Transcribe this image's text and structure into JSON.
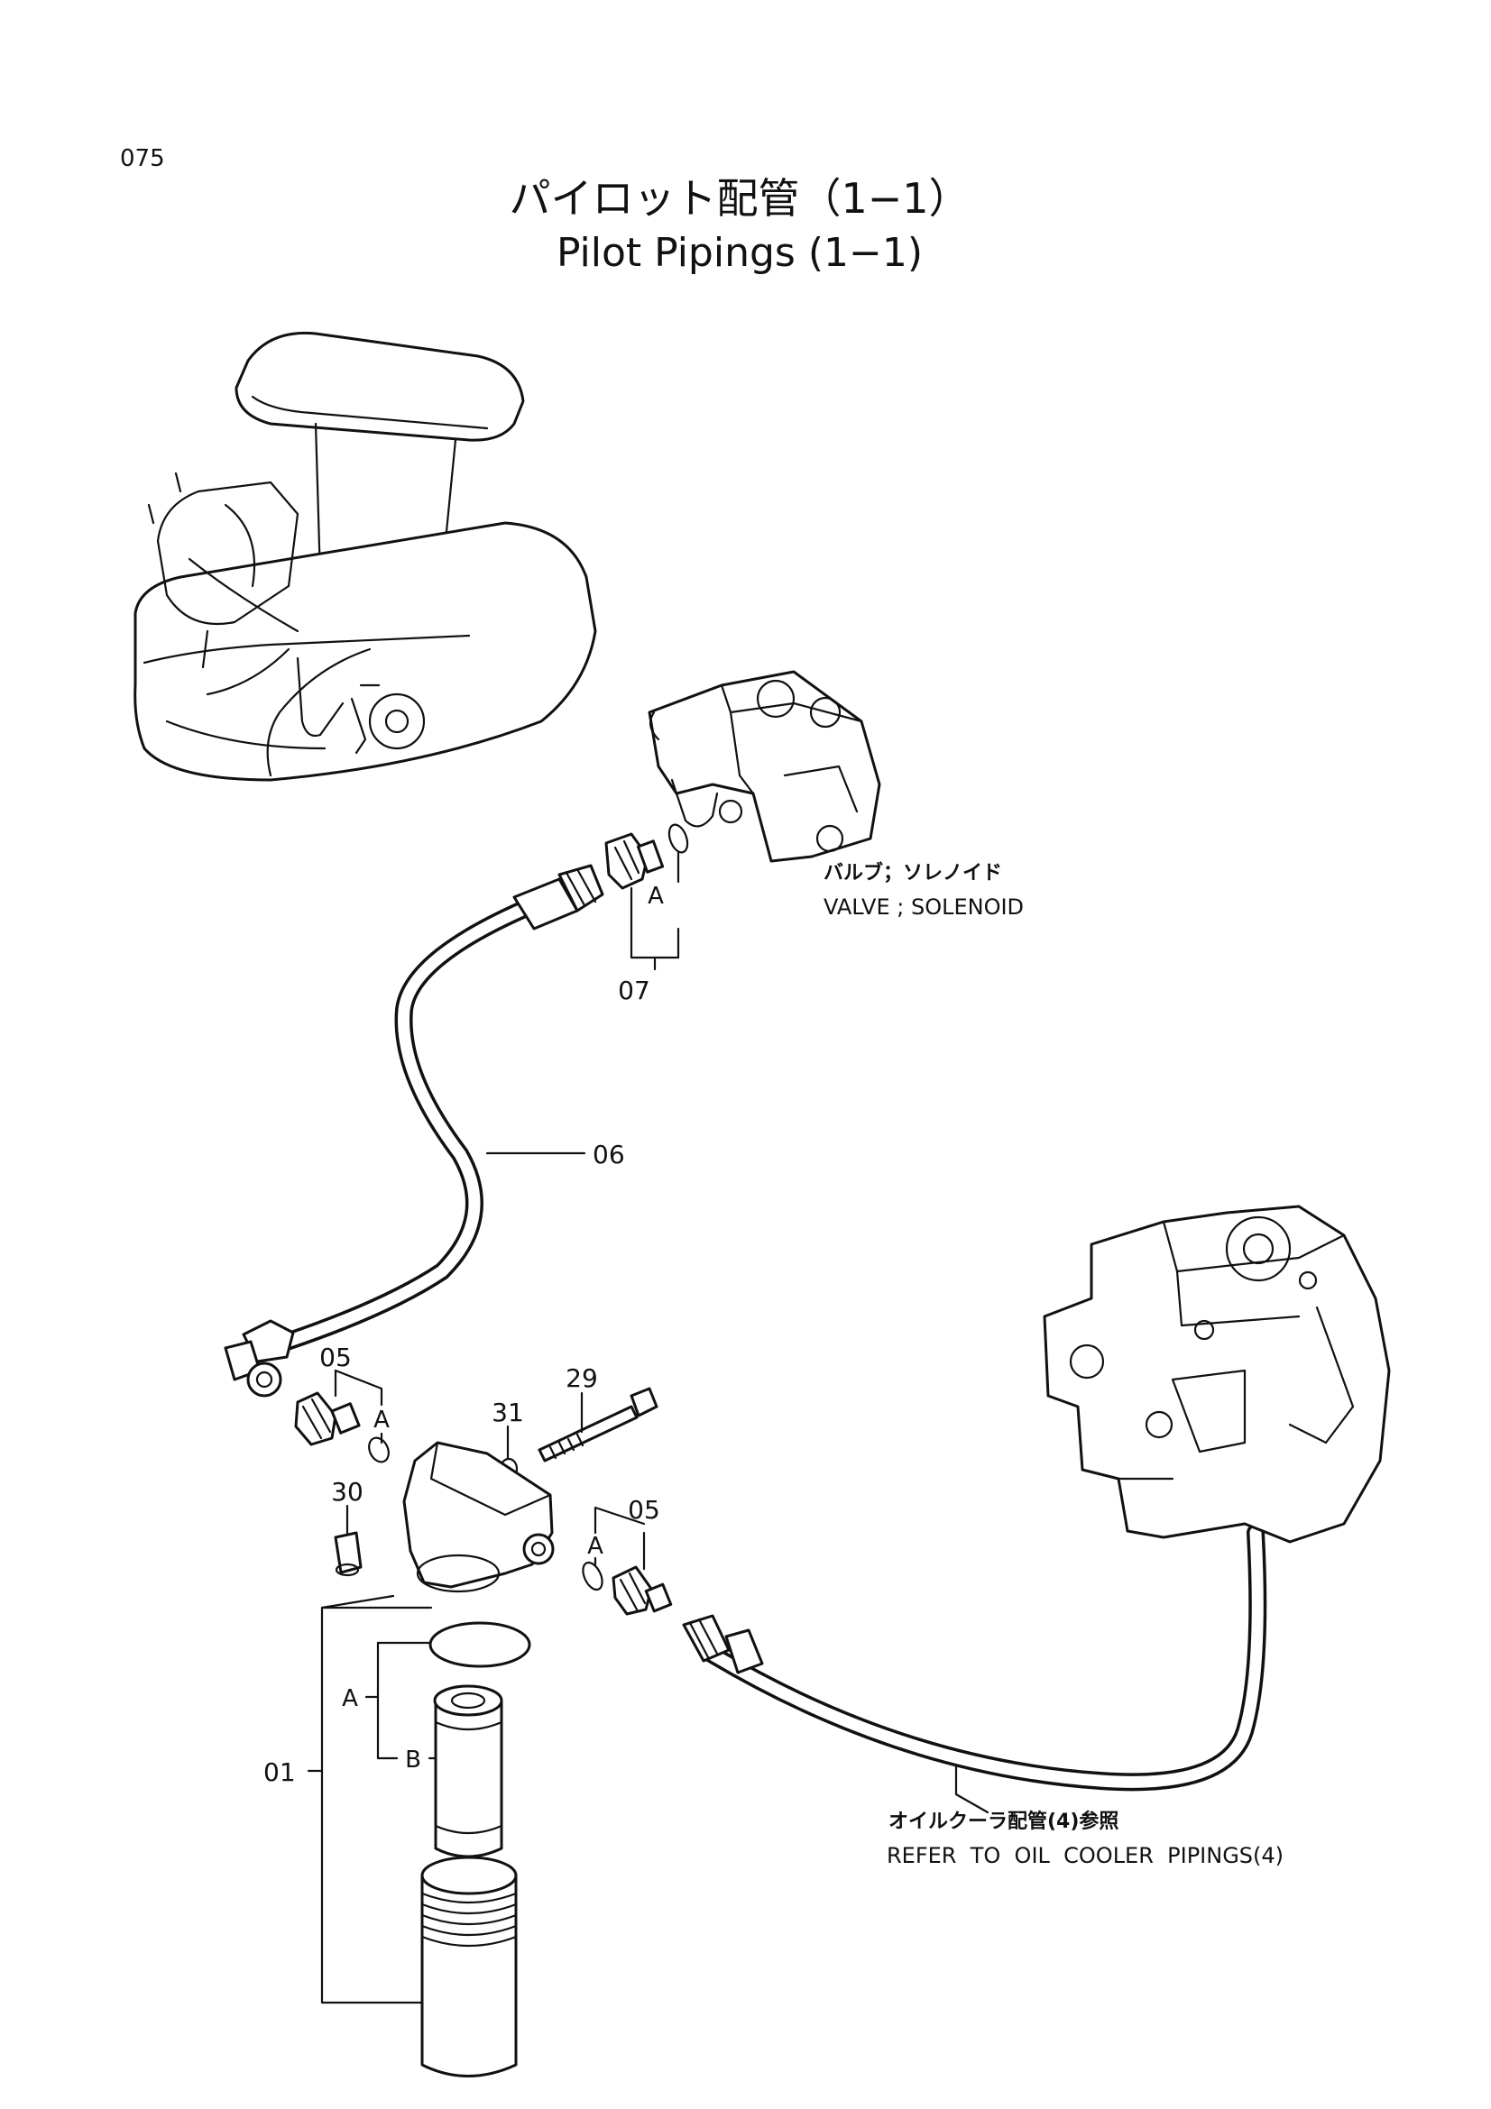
{
  "page_number": "075",
  "title_jp": "パイロット配管（1−1）",
  "title_en": "Pilot Pipings (1−1)",
  "labels": {
    "valve_jp": "バルブ；ソレノイド",
    "valve_en": "VALVE ; SOLENOID",
    "refer_jp": "オイルクーラ配管(4)参照",
    "refer_en": "REFER  TO  OIL  COOLER  PIPINGS(4)"
  },
  "callouts": {
    "p07": "07",
    "p07_a": "A",
    "p06": "06",
    "p05_left": "05",
    "p05_left_a": "A",
    "p29": "29",
    "p31": "31",
    "p30": "30",
    "p05_right": "05",
    "p05_right_a": "A",
    "p01": "01",
    "p01_a": "A",
    "p01_b": "B"
  }
}
